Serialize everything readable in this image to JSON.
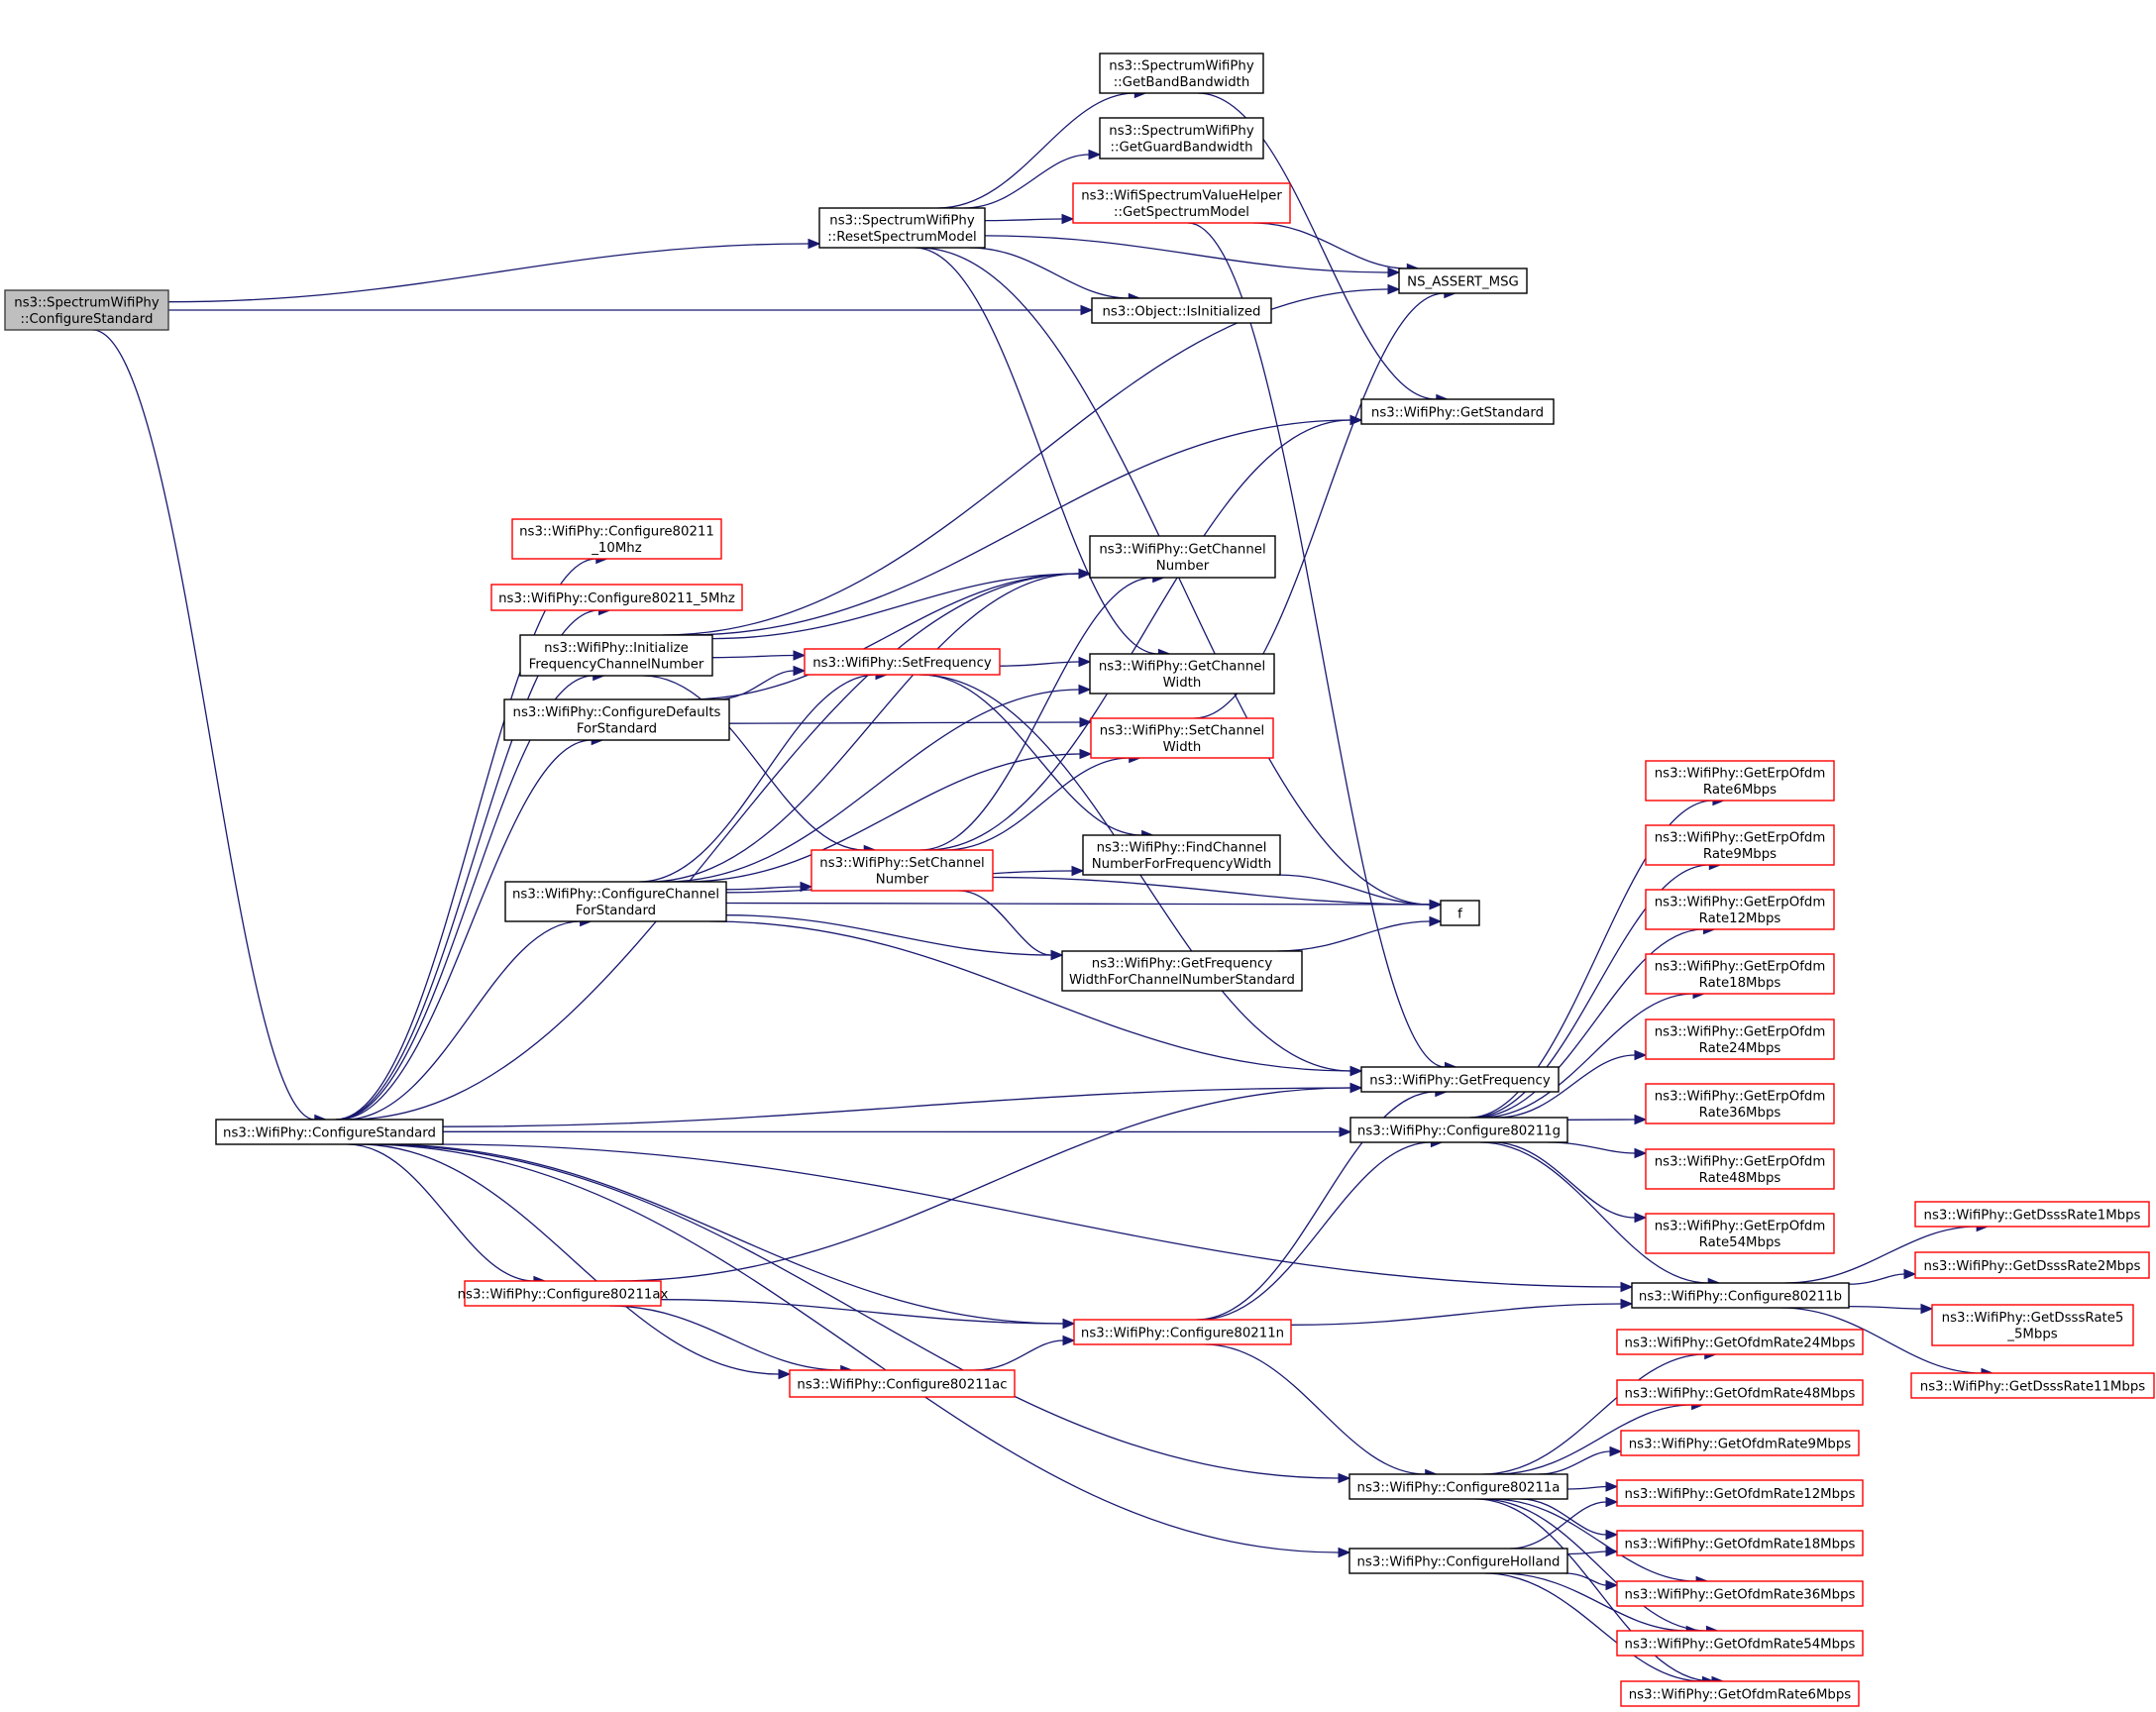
{
  "title": "Call graph of ns3::SpectrumWifiPhy::ConfigureStandard",
  "colors": {
    "edge": "#191970",
    "link_border": "#ff0000",
    "node_border": "#000000",
    "root_fill": "#bfbfbf"
  },
  "nodes": [
    {
      "id": "root",
      "lines": [
        "ns3::SpectrumWifiPhy",
        "::ConfigureStandard"
      ],
      "style": "root"
    },
    {
      "id": "reset",
      "lines": [
        "ns3::SpectrumWifiPhy",
        "::ResetSpectrumModel"
      ],
      "style": "plain"
    },
    {
      "id": "bandbw",
      "lines": [
        "ns3::SpectrumWifiPhy",
        "::GetBandBandwidth"
      ],
      "style": "plain"
    },
    {
      "id": "guardbw",
      "lines": [
        "ns3::SpectrumWifiPhy",
        "::GetGuardBandwidth"
      ],
      "style": "plain"
    },
    {
      "id": "specmodel",
      "lines": [
        "ns3::WifiSpectrumValueHelper",
        "::GetSpectrumModel"
      ],
      "style": "red"
    },
    {
      "id": "isinit",
      "lines": [
        "ns3::Object::IsInitialized"
      ],
      "style": "plain"
    },
    {
      "id": "assert",
      "lines": [
        "NS_ASSERT_MSG"
      ],
      "style": "plain"
    },
    {
      "id": "getstd",
      "lines": [
        "ns3::WifiPhy::GetStandard"
      ],
      "style": "plain"
    },
    {
      "id": "c10",
      "lines": [
        "ns3::WifiPhy::Configure80211",
        "_10Mhz"
      ],
      "style": "red"
    },
    {
      "id": "c5",
      "lines": [
        "ns3::WifiPhy::Configure80211_5Mhz"
      ],
      "style": "red"
    },
    {
      "id": "getchnum",
      "lines": [
        "ns3::WifiPhy::GetChannel",
        "Number"
      ],
      "style": "plain"
    },
    {
      "id": "initfreq",
      "lines": [
        "ns3::WifiPhy::Initialize",
        "FrequencyChannelNumber"
      ],
      "style": "plain"
    },
    {
      "id": "setfreq",
      "lines": [
        "ns3::WifiPhy::SetFrequency"
      ],
      "style": "red"
    },
    {
      "id": "getchw",
      "lines": [
        "ns3::WifiPhy::GetChannel",
        "Width"
      ],
      "style": "plain"
    },
    {
      "id": "cfgdef",
      "lines": [
        "ns3::WifiPhy::ConfigureDefaults",
        "ForStandard"
      ],
      "style": "plain"
    },
    {
      "id": "setchw",
      "lines": [
        "ns3::WifiPhy::SetChannel",
        "Width"
      ],
      "style": "red"
    },
    {
      "id": "findch",
      "lines": [
        "ns3::WifiPhy::FindChannel",
        "NumberForFrequencyWidth"
      ],
      "style": "plain"
    },
    {
      "id": "cfgch",
      "lines": [
        "ns3::WifiPhy::ConfigureChannel",
        "ForStandard"
      ],
      "style": "plain"
    },
    {
      "id": "setchnum",
      "lines": [
        "ns3::WifiPhy::SetChannel",
        "Number"
      ],
      "style": "red"
    },
    {
      "id": "f",
      "lines": [
        "f"
      ],
      "style": "plain"
    },
    {
      "id": "getfw",
      "lines": [
        "ns3::WifiPhy::GetFrequency",
        "WidthForChannelNumberStandard"
      ],
      "style": "plain"
    },
    {
      "id": "getfreq",
      "lines": [
        "ns3::WifiPhy::GetFrequency"
      ],
      "style": "plain"
    },
    {
      "id": "cstd",
      "lines": [
        "ns3::WifiPhy::ConfigureStandard"
      ],
      "style": "plain"
    },
    {
      "id": "c11g",
      "lines": [
        "ns3::WifiPhy::Configure80211g"
      ],
      "style": "plain"
    },
    {
      "id": "erp6",
      "lines": [
        "ns3::WifiPhy::GetErpOfdm",
        "Rate6Mbps"
      ],
      "style": "red"
    },
    {
      "id": "erp9",
      "lines": [
        "ns3::WifiPhy::GetErpOfdm",
        "Rate9Mbps"
      ],
      "style": "red"
    },
    {
      "id": "erp12",
      "lines": [
        "ns3::WifiPhy::GetErpOfdm",
        "Rate12Mbps"
      ],
      "style": "red"
    },
    {
      "id": "erp18",
      "lines": [
        "ns3::WifiPhy::GetErpOfdm",
        "Rate18Mbps"
      ],
      "style": "red"
    },
    {
      "id": "erp24",
      "lines": [
        "ns3::WifiPhy::GetErpOfdm",
        "Rate24Mbps"
      ],
      "style": "red"
    },
    {
      "id": "erp36",
      "lines": [
        "ns3::WifiPhy::GetErpOfdm",
        "Rate36Mbps"
      ],
      "style": "red"
    },
    {
      "id": "erp48",
      "lines": [
        "ns3::WifiPhy::GetErpOfdm",
        "Rate48Mbps"
      ],
      "style": "red"
    },
    {
      "id": "erp54",
      "lines": [
        "ns3::WifiPhy::GetErpOfdm",
        "Rate54Mbps"
      ],
      "style": "red"
    },
    {
      "id": "c11ax",
      "lines": [
        "ns3::WifiPhy::Configure80211ax"
      ],
      "style": "red"
    },
    {
      "id": "c11b",
      "lines": [
        "ns3::WifiPhy::Configure80211b"
      ],
      "style": "plain"
    },
    {
      "id": "dsss1",
      "lines": [
        "ns3::WifiPhy::GetDsssRate1Mbps"
      ],
      "style": "red"
    },
    {
      "id": "dsss2",
      "lines": [
        "ns3::WifiPhy::GetDsssRate2Mbps"
      ],
      "style": "red"
    },
    {
      "id": "dsss55",
      "lines": [
        "ns3::WifiPhy::GetDsssRate5",
        "_5Mbps"
      ],
      "style": "red"
    },
    {
      "id": "dsss11",
      "lines": [
        "ns3::WifiPhy::GetDsssRate11Mbps"
      ],
      "style": "red"
    },
    {
      "id": "c11n",
      "lines": [
        "ns3::WifiPhy::Configure80211n"
      ],
      "style": "red"
    },
    {
      "id": "c11ac",
      "lines": [
        "ns3::WifiPhy::Configure80211ac"
      ],
      "style": "red"
    },
    {
      "id": "ofdm24",
      "lines": [
        "ns3::WifiPhy::GetOfdmRate24Mbps"
      ],
      "style": "red"
    },
    {
      "id": "ofdm48",
      "lines": [
        "ns3::WifiPhy::GetOfdmRate48Mbps"
      ],
      "style": "red"
    },
    {
      "id": "ofdm9",
      "lines": [
        "ns3::WifiPhy::GetOfdmRate9Mbps"
      ],
      "style": "red"
    },
    {
      "id": "c11a",
      "lines": [
        "ns3::WifiPhy::Configure80211a"
      ],
      "style": "plain"
    },
    {
      "id": "ofdm12",
      "lines": [
        "ns3::WifiPhy::GetOfdmRate12Mbps"
      ],
      "style": "red"
    },
    {
      "id": "ofdm18",
      "lines": [
        "ns3::WifiPhy::GetOfdmRate18Mbps"
      ],
      "style": "red"
    },
    {
      "id": "holland",
      "lines": [
        "ns3::WifiPhy::ConfigureHolland"
      ],
      "style": "plain"
    },
    {
      "id": "ofdm36",
      "lines": [
        "ns3::WifiPhy::GetOfdmRate36Mbps"
      ],
      "style": "red"
    },
    {
      "id": "ofdm54",
      "lines": [
        "ns3::WifiPhy::GetOfdmRate54Mbps"
      ],
      "style": "red"
    },
    {
      "id": "ofdm6",
      "lines": [
        "ns3::WifiPhy::GetOfdmRate6Mbps"
      ],
      "style": "red"
    }
  ],
  "edges": [
    [
      "root",
      "reset"
    ],
    [
      "root",
      "isinit"
    ],
    [
      "root",
      "cstd"
    ],
    [
      "reset",
      "bandbw"
    ],
    [
      "reset",
      "guardbw"
    ],
    [
      "reset",
      "specmodel"
    ],
    [
      "reset",
      "isinit"
    ],
    [
      "reset",
      "assert"
    ],
    [
      "reset",
      "getchw"
    ],
    [
      "reset",
      "f"
    ],
    [
      "bandbw",
      "getstd"
    ],
    [
      "specmodel",
      "assert"
    ],
    [
      "specmodel",
      "getfreq"
    ],
    [
      "cstd",
      "getchnum"
    ],
    [
      "cstd",
      "c10"
    ],
    [
      "cstd",
      "c5"
    ],
    [
      "cstd",
      "initfreq"
    ],
    [
      "cstd",
      "cfgdef"
    ],
    [
      "cstd",
      "cfgch"
    ],
    [
      "cstd",
      "getfreq"
    ],
    [
      "cstd",
      "c11g"
    ],
    [
      "cstd",
      "c11b"
    ],
    [
      "cstd",
      "c11ax"
    ],
    [
      "cstd",
      "c11ac"
    ],
    [
      "cstd",
      "c11n"
    ],
    [
      "cstd",
      "c11a"
    ],
    [
      "cstd",
      "holland"
    ],
    [
      "initfreq",
      "assert"
    ],
    [
      "initfreq",
      "getstd"
    ],
    [
      "initfreq",
      "getchnum"
    ],
    [
      "initfreq",
      "setfreq"
    ],
    [
      "initfreq",
      "setchnum"
    ],
    [
      "cfgdef",
      "getchnum"
    ],
    [
      "cfgdef",
      "setfreq"
    ],
    [
      "cfgdef",
      "setchw"
    ],
    [
      "cfgch",
      "getchnum"
    ],
    [
      "cfgch",
      "setfreq"
    ],
    [
      "cfgch",
      "getchw"
    ],
    [
      "cfgch",
      "setchw"
    ],
    [
      "cfgch",
      "setchnum"
    ],
    [
      "cfgch",
      "findch"
    ],
    [
      "cfgch",
      "getfw"
    ],
    [
      "cfgch",
      "f"
    ],
    [
      "cfgch",
      "getfreq"
    ],
    [
      "setfreq",
      "getfreq"
    ],
    [
      "setfreq",
      "getchw"
    ],
    [
      "setfreq",
      "findch"
    ],
    [
      "setchnum",
      "getchnum"
    ],
    [
      "setchnum",
      "setchw"
    ],
    [
      "setchnum",
      "getstd"
    ],
    [
      "setchnum",
      "f"
    ],
    [
      "setchnum",
      "getfw"
    ],
    [
      "setchw",
      "assert"
    ],
    [
      "findch",
      "f"
    ],
    [
      "getfw",
      "f"
    ],
    [
      "c11g",
      "erp6"
    ],
    [
      "c11g",
      "erp9"
    ],
    [
      "c11g",
      "erp12"
    ],
    [
      "c11g",
      "erp18"
    ],
    [
      "c11g",
      "erp24"
    ],
    [
      "c11g",
      "erp36"
    ],
    [
      "c11g",
      "erp48"
    ],
    [
      "c11g",
      "erp54"
    ],
    [
      "c11g",
      "c11b"
    ],
    [
      "c11b",
      "dsss1"
    ],
    [
      "c11b",
      "dsss2"
    ],
    [
      "c11b",
      "dsss55"
    ],
    [
      "c11b",
      "dsss11"
    ],
    [
      "c11ax",
      "getfreq"
    ],
    [
      "c11ax",
      "c11n"
    ],
    [
      "c11ax",
      "c11ac"
    ],
    [
      "c11ac",
      "c11n"
    ],
    [
      "c11n",
      "getfreq"
    ],
    [
      "c11n",
      "c11g"
    ],
    [
      "c11n",
      "c11b"
    ],
    [
      "c11n",
      "c11a"
    ],
    [
      "c11a",
      "ofdm6"
    ],
    [
      "c11a",
      "ofdm9"
    ],
    [
      "c11a",
      "ofdm12"
    ],
    [
      "c11a",
      "ofdm18"
    ],
    [
      "c11a",
      "ofdm24"
    ],
    [
      "c11a",
      "ofdm36"
    ],
    [
      "c11a",
      "ofdm48"
    ],
    [
      "c11a",
      "ofdm54"
    ],
    [
      "holland",
      "ofdm6"
    ],
    [
      "holland",
      "ofdm12"
    ],
    [
      "holland",
      "ofdm18"
    ],
    [
      "holland",
      "ofdm36"
    ],
    [
      "holland",
      "ofdm54"
    ]
  ]
}
